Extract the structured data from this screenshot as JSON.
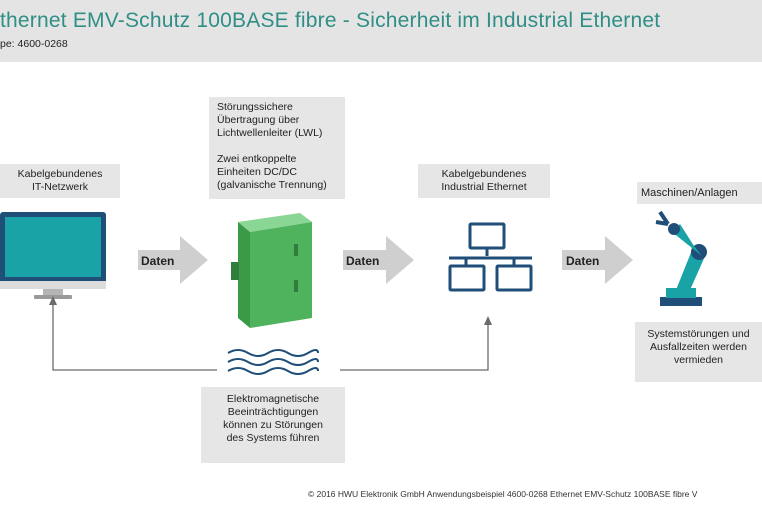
{
  "header": {
    "title": "thernet EMV-Schutz 100BASE fibre - Sicherheit im Industrial Ethernet",
    "subtitle": "pe: 4600-0268"
  },
  "boxes": {
    "kabel_it": [
      "Kabelgebundenes",
      "IT-Netzwerk"
    ],
    "stoer": [
      "Störungssichere",
      "Übertragung über",
      "Lichtwellenleiter (LWL)",
      "",
      "Zwei entkoppelte",
      "Einheiten DC/DC",
      "(galvanische Trennung)"
    ],
    "kabel_ind": [
      "Kabelgebundenes",
      "Industrial Ethernet"
    ],
    "maschinen": "Maschinen/Anlagen",
    "system": [
      "Systemstörungen und",
      "Ausfallzeiten werden",
      "vermieden"
    ],
    "elektro": [
      "Elektromagnetische",
      "Beeinträchtigungen",
      "können zu Störungen",
      "des Systems führen"
    ]
  },
  "arrows": {
    "daten1": "Daten",
    "daten2": "Daten",
    "daten3": "Daten"
  },
  "footer": "© 2016 HWU Elektronik GmbH Anwendungsbeispiel 4600-0268 Ethernet EMV-Schutz 100BASE fibre  V",
  "colors": {
    "title": "#2f8f86",
    "box": "#e6e6e6",
    "teal": "#1aa3a6",
    "navy": "#1f4e79",
    "green": "#5bbf6a",
    "arrow": "#cfcfcf"
  },
  "icons": [
    "monitor-icon",
    "fibre-converter-icon",
    "network-icon",
    "robot-arm-icon",
    "em-waves-icon"
  ]
}
